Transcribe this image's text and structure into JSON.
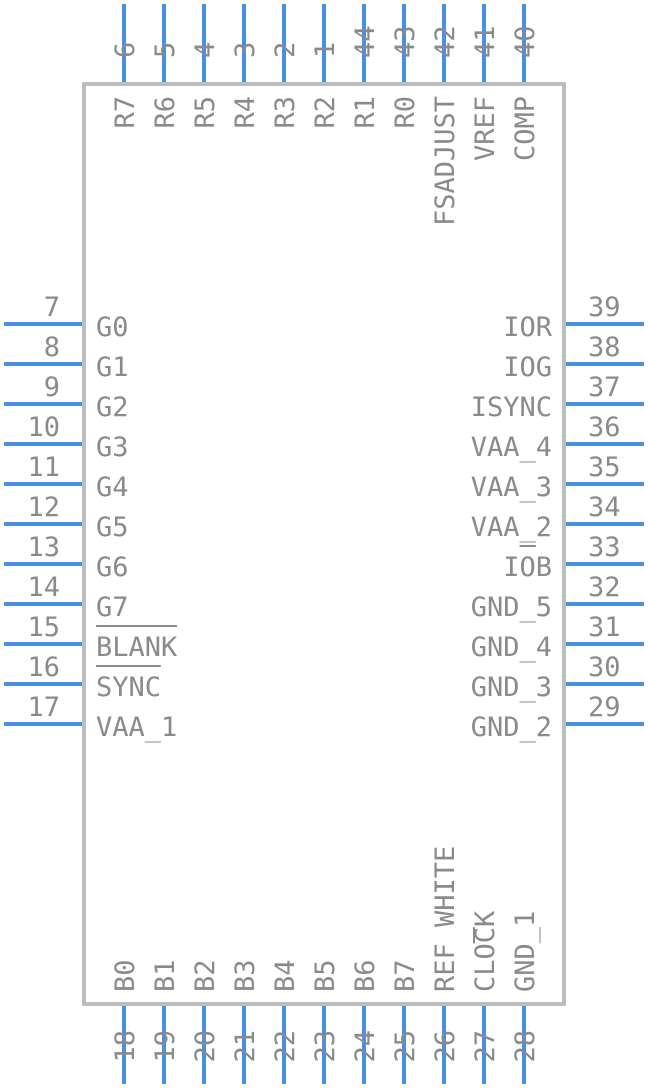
{
  "component": {
    "top_pins": [
      {
        "num": "6",
        "label": "R7"
      },
      {
        "num": "5",
        "label": "R6"
      },
      {
        "num": "4",
        "label": "R5"
      },
      {
        "num": "3",
        "label": "R4"
      },
      {
        "num": "2",
        "label": "R3"
      },
      {
        "num": "1",
        "label": "R2"
      },
      {
        "num": "44",
        "label": "R1"
      },
      {
        "num": "43",
        "label": "R0"
      },
      {
        "num": "42",
        "label": "FSADJUST"
      },
      {
        "num": "41",
        "label": "VREF"
      },
      {
        "num": "40",
        "label": "COMP"
      }
    ],
    "left_pins": [
      {
        "num": "7",
        "label": "G0"
      },
      {
        "num": "8",
        "label": "G1"
      },
      {
        "num": "9",
        "label": "G2"
      },
      {
        "num": "10",
        "label": "G3"
      },
      {
        "num": "11",
        "label": "G4"
      },
      {
        "num": "12",
        "label": "G5"
      },
      {
        "num": "13",
        "label": "G6"
      },
      {
        "num": "14",
        "label": "G7"
      },
      {
        "num": "15",
        "label": "BLANK",
        "overline": true
      },
      {
        "num": "16",
        "label": "SYNC",
        "overline": true
      },
      {
        "num": "17",
        "label": "VAA_1"
      }
    ],
    "right_pins": [
      {
        "num": "39",
        "label": "IOR"
      },
      {
        "num": "38",
        "label": "IOG"
      },
      {
        "num": "37",
        "label": "ISYNC"
      },
      {
        "num": "36",
        "label": "VAA_4"
      },
      {
        "num": "35",
        "label": "VAA_3"
      },
      {
        "num": "34",
        "label": "VAA_2"
      },
      {
        "num": "33",
        "label": "IOB"
      },
      {
        "num": "32",
        "label": "GND_5"
      },
      {
        "num": "31",
        "label": "GND_4"
      },
      {
        "num": "30",
        "label": "GND_3"
      },
      {
        "num": "29",
        "label": "GND_2"
      }
    ],
    "bottom_pins": [
      {
        "num": "18",
        "label": "B0"
      },
      {
        "num": "19",
        "label": "B1"
      },
      {
        "num": "20",
        "label": "B2"
      },
      {
        "num": "21",
        "label": "B3"
      },
      {
        "num": "22",
        "label": "B4"
      },
      {
        "num": "23",
        "label": "B5"
      },
      {
        "num": "24",
        "label": "B6"
      },
      {
        "num": "25",
        "label": "B7"
      },
      {
        "num": "26",
        "label": "REF WHITE"
      },
      {
        "num": "27",
        "label": "CLOCK"
      },
      {
        "num": "28",
        "label": "GND_1"
      }
    ],
    "colors": {
      "pin": "#4a90e2",
      "body_outline": "#bdbdbd",
      "text": "#8a8a8a"
    }
  }
}
